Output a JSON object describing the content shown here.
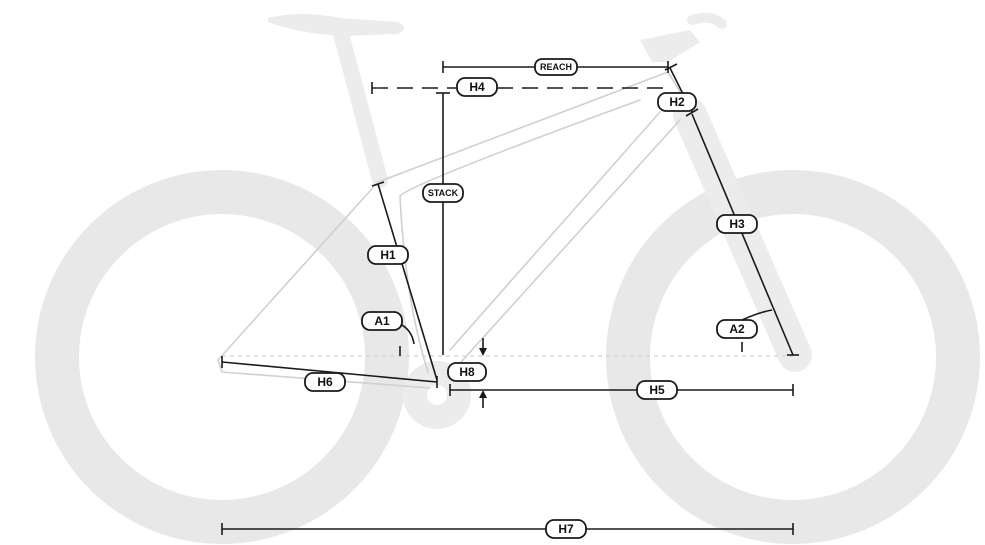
{
  "labels": {
    "reach": "REACH",
    "stack": "STACK",
    "h1": "H1",
    "h2": "H2",
    "h3": "H3",
    "h4": "H4",
    "h5": "H5",
    "h6": "H6",
    "h7": "H7",
    "h8": "H8",
    "a1": "A1",
    "a2": "A2"
  }
}
